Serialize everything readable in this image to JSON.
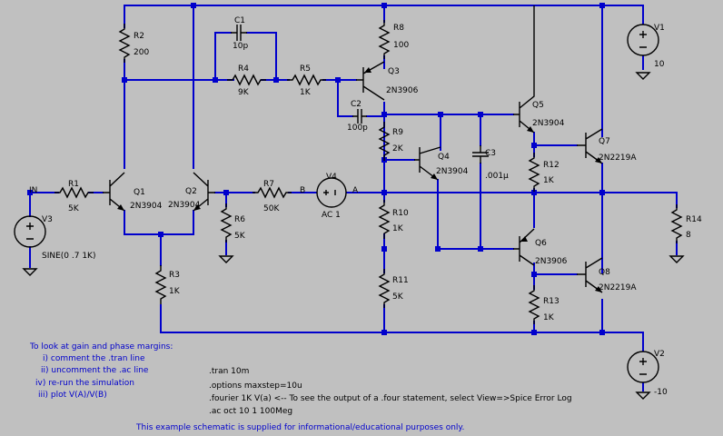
{
  "colors": {
    "background": "#c0c0c0",
    "wire": "#0000cc",
    "component": "#000000",
    "comment": "#0000cc"
  },
  "nets": {
    "in": "IN",
    "b": "B",
    "a": "A"
  },
  "components": {
    "R1": {
      "ref": "R1",
      "value": "5K"
    },
    "R2": {
      "ref": "R2",
      "value": "200"
    },
    "R3": {
      "ref": "R3",
      "value": "1K"
    },
    "R4": {
      "ref": "R4",
      "value": "9K"
    },
    "R5": {
      "ref": "R5",
      "value": "1K"
    },
    "R6": {
      "ref": "R6",
      "value": "5K"
    },
    "R7": {
      "ref": "R7",
      "value": "50K"
    },
    "R8": {
      "ref": "R8",
      "value": "100"
    },
    "R9": {
      "ref": "R9",
      "value": "2K"
    },
    "R10": {
      "ref": "R10",
      "value": "1K"
    },
    "R11": {
      "ref": "R11",
      "value": "5K"
    },
    "R12": {
      "ref": "R12",
      "value": "1K"
    },
    "R13": {
      "ref": "R13",
      "value": "1K"
    },
    "R14": {
      "ref": "R14",
      "value": "8"
    },
    "C1": {
      "ref": "C1",
      "value": "10p"
    },
    "C2": {
      "ref": "C2",
      "value": "100p"
    },
    "C3": {
      "ref": "C3",
      "value": ".001µ"
    },
    "Q1": {
      "ref": "Q1",
      "value": "2N3904"
    },
    "Q2": {
      "ref": "Q2",
      "value": "2N3904"
    },
    "Q3": {
      "ref": "Q3",
      "value": "2N3906"
    },
    "Q4": {
      "ref": "Q4",
      "value": "2N3904"
    },
    "Q5": {
      "ref": "Q5",
      "value": "2N3904"
    },
    "Q6": {
      "ref": "Q6",
      "value": "2N3906"
    },
    "Q7": {
      "ref": "Q7",
      "value": "2N2219A"
    },
    "Q8": {
      "ref": "Q8",
      "value": "2N2219A"
    },
    "V1": {
      "ref": "V1",
      "value": "10"
    },
    "V2": {
      "ref": "V2",
      "value": "-10"
    },
    "V3": {
      "ref": "V3",
      "value": "SINE(0 .7 1K)"
    },
    "V4": {
      "ref": "V4",
      "value": "AC 1"
    }
  },
  "notes": {
    "instructions": [
      "To look at gain and phase margins:",
      "i) comment the .tran line",
      "ii) uncomment the .ac line",
      "iv) re-run the simulation",
      "iii) plot V(A)/V(B)"
    ],
    "directives": [
      ".tran 10m",
      ".options maxstep=10u",
      ".fourier 1K V(a)   <-- To see the output of a .four statement, select View=>Spice Error Log",
      ".ac oct 10 1 100Meg"
    ],
    "disclaimer": "This example schematic is supplied for informational/educational purposes only."
  }
}
